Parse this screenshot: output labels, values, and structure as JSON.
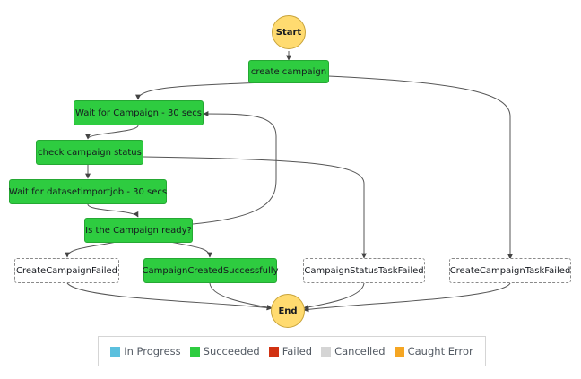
{
  "nodes": {
    "start": "Start",
    "create_campaign": "create campaign",
    "wait_campaign": "Wait for Campaign - 30 secs",
    "check_status": "check campaign status",
    "wait_import": "Wait for datasetimportjob - 30 secs",
    "is_ready": "Is the Campaign ready?",
    "create_failed": "CreateCampaignFailed",
    "created_success": "CampaignCreatedSuccessfully",
    "status_task_failed": "CampaignStatusTaskFailed",
    "create_task_failed": "CreateCampaignTaskFailed",
    "end": "End"
  },
  "legend": [
    {
      "label": "In Progress",
      "color": "#5bc0de"
    },
    {
      "label": "Succeeded",
      "color": "#2ecc40"
    },
    {
      "label": "Failed",
      "color": "#d13212"
    },
    {
      "label": "Cancelled",
      "color": "#d5d5d5"
    },
    {
      "label": "Caught Error",
      "color": "#f5a623"
    }
  ]
}
